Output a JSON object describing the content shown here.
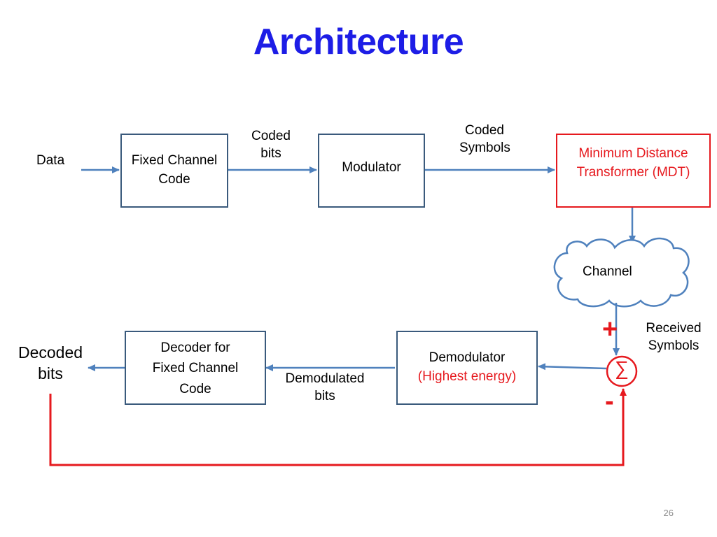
{
  "slide": {
    "title": "Architecture",
    "page_number": "26"
  },
  "diagram": {
    "input_label": "Data",
    "fixed_channel_code": {
      "line1": "Fixed Channel",
      "line2": "Code"
    },
    "coded_bits": {
      "line1": "Coded",
      "line2": "bits"
    },
    "modulator": "Modulator",
    "coded_symbols": {
      "line1": "Coded",
      "line2": "Symbols"
    },
    "mdt": {
      "line1": "Minimum Distance",
      "line2": "Transformer (MDT)"
    },
    "channel": "Channel",
    "received_symbols": {
      "line1": "Received",
      "line2": "Symbols"
    },
    "summer": {
      "symbol": "∑",
      "plus": "+",
      "minus": "-"
    },
    "demodulator": {
      "line1": "Demodulator",
      "line2": "(Highest energy)"
    },
    "demodulated_bits": {
      "line1": "Demodulated",
      "line2": "bits"
    },
    "decoder": {
      "line1": "Decoder for",
      "line2": "Fixed Channel",
      "line3": "Code"
    },
    "output_label": {
      "line1": "Decoded",
      "line2": "bits"
    }
  },
  "colors": {
    "title": "#1d1de6",
    "box_border": "#3a5a7c",
    "arrow_blue": "#4f81bd",
    "accent_red": "#e6191e"
  }
}
